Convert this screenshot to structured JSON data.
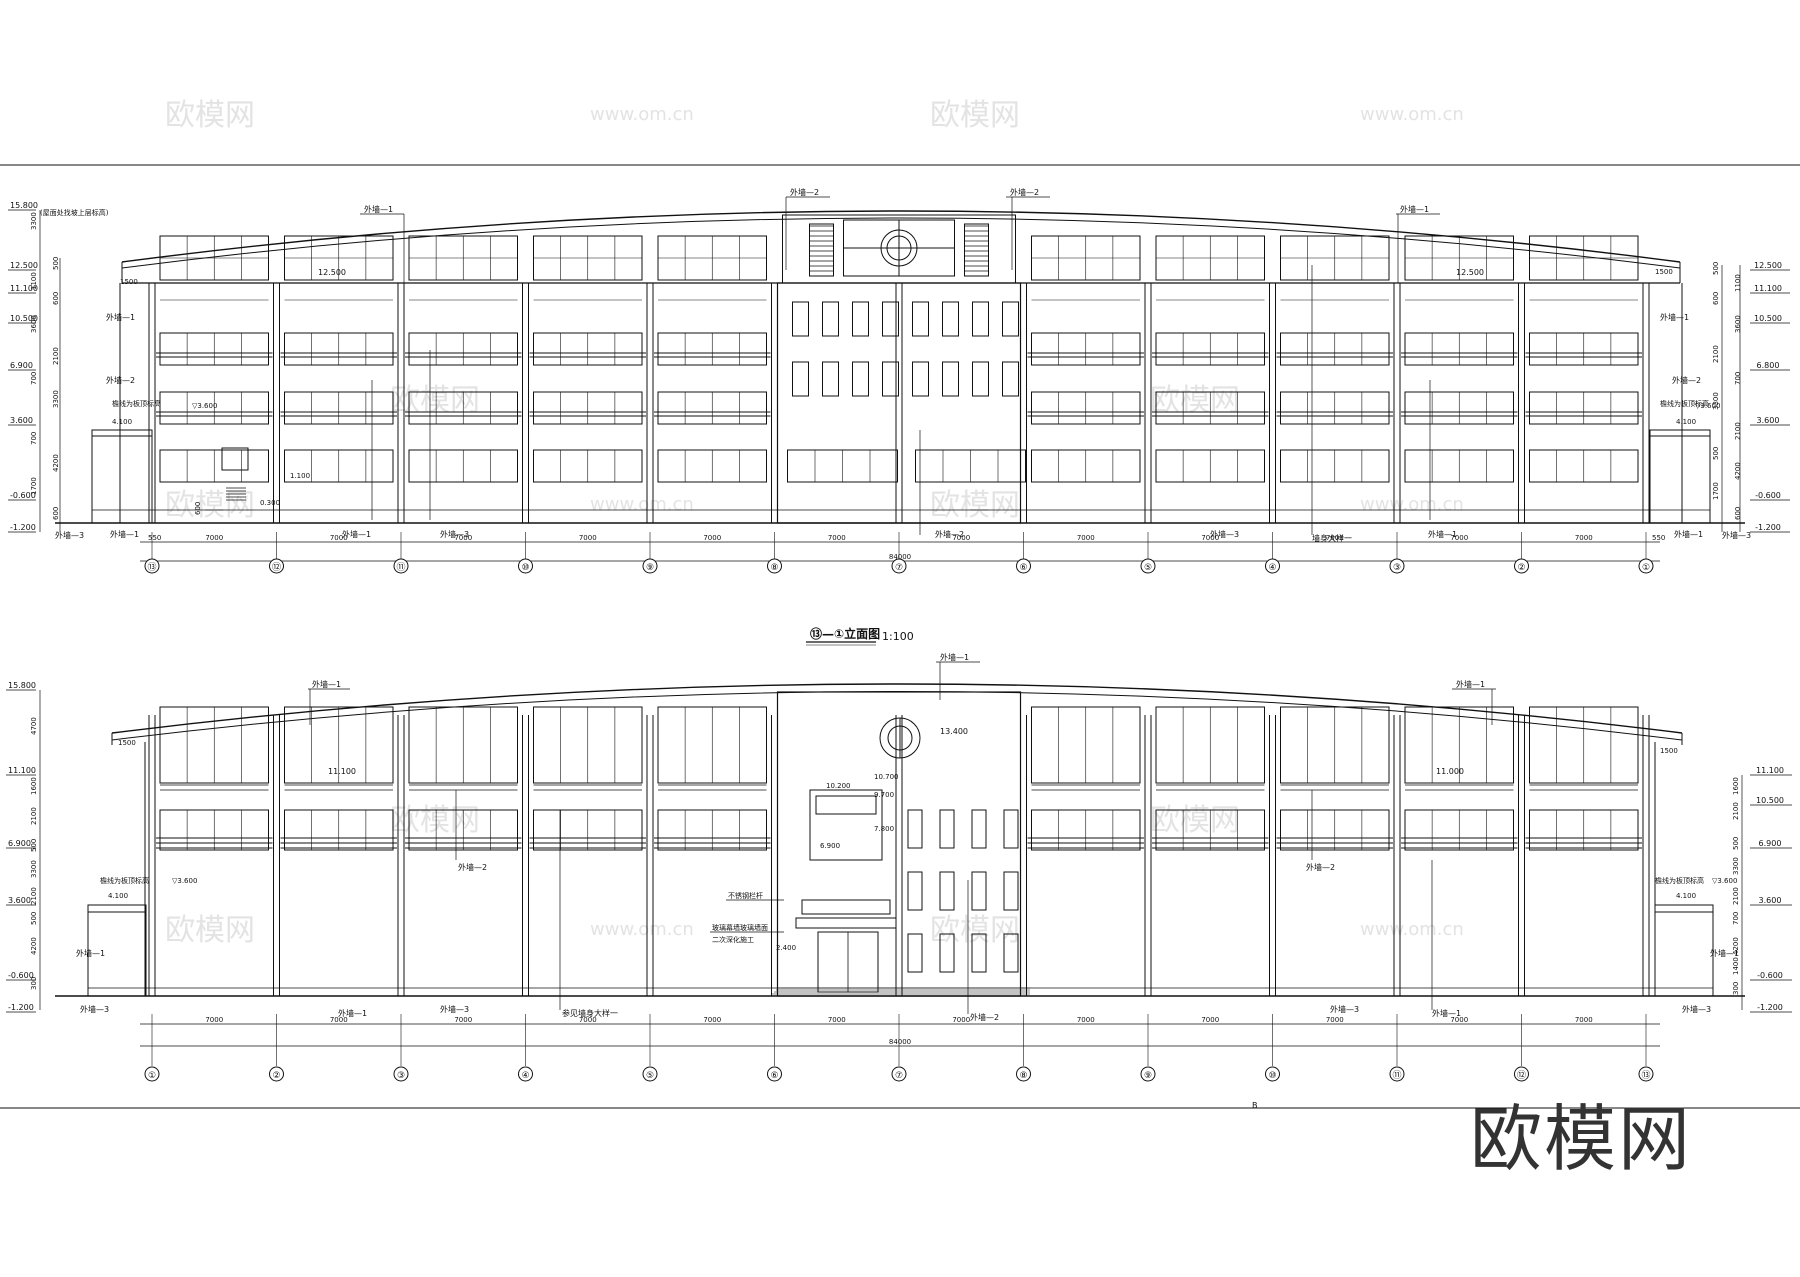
{
  "watermark": {
    "logo": "欧模网",
    "url": "www.om.cn"
  },
  "brand": "欧模网",
  "colors": {
    "line": "#111111",
    "watermark": "#e3e3e3",
    "background": "#ffffff"
  },
  "span_total": "84000",
  "bay_spacing": "7000",
  "end_offset": "550",
  "elevation_top": {
    "title": "⑬—①立面图",
    "scale": "1:100",
    "axes": [
      "⑬",
      "⑫",
      "⑪",
      "⑩",
      "⑨",
      "⑧",
      "⑦",
      "⑥",
      "⑤",
      "④",
      "③",
      "②",
      "①"
    ],
    "levels_left": [
      "15.800",
      "12.500",
      "11.100",
      "10.500",
      "6.900",
      "3.600",
      "-0.600",
      "-1.200"
    ],
    "levels_right": [
      "12.500",
      "11.100",
      "10.500",
      "6.800",
      "3.600",
      "-0.600",
      "-1.200"
    ],
    "dims_left": [
      "3300",
      "500",
      "1100",
      "600",
      "3600",
      "2100",
      "700",
      "3300",
      "700",
      "4200",
      "1700",
      "600"
    ],
    "dims_right": [
      "500",
      "1100",
      "600",
      "3600",
      "2100",
      "700",
      "3300",
      "2100",
      "500",
      "4200",
      "1700",
      "600"
    ],
    "labels": {
      "roof_note": "(屋面处找坡上层标高)",
      "finish1": "外墙—1",
      "finish2": "外墙—2",
      "finish3": "外墙—3",
      "cornice": "檐线为板顶标高",
      "stone": "墙身大样一",
      "lvl_12500": "12.500",
      "lvl_4100": "4.100",
      "lvl_3600": "▽3.600",
      "lvl_1100": "1.100",
      "lvl_0300": "0.300",
      "dim_1500": "1500",
      "dim_600": "600"
    }
  },
  "elevation_bottom": {
    "axes": [
      "①",
      "②",
      "③",
      "④",
      "⑤",
      "⑥",
      "⑦",
      "⑧",
      "⑨",
      "⑩",
      "⑪",
      "⑫",
      "⑬"
    ],
    "levels_left": [
      "15.800",
      "11.100",
      "6.900",
      "3.600",
      "-0.600",
      "-1.200"
    ],
    "levels_right": [
      "11.100",
      "10.500",
      "6.900",
      "3.600",
      "-0.600",
      "-1.200"
    ],
    "dims_left": [
      "4700",
      "1600",
      "2100",
      "500",
      "3300",
      "2100",
      "500",
      "4200",
      "300"
    ],
    "dims_right": [
      "1600",
      "2100",
      "500",
      "3300",
      "2100",
      "700",
      "4200",
      "1400",
      "300"
    ],
    "labels": {
      "finish1": "外墙—1",
      "finish2": "外墙—2",
      "finish3": "外墙—3",
      "cornice": "檐线为板顶标高",
      "stone": "参见墙身大样一",
      "railing": "不锈钢栏杆",
      "glass1": "玻璃幕墙玻璃墙面",
      "glass2": "二次深化施工",
      "lvl_13400": "13.400",
      "lvl_11100": "11.100",
      "lvl_11000": "11.000",
      "lvl_10700": "10.700",
      "lvl_10200": "10.200",
      "lvl_9700": "9.700",
      "lvl_7800": "7.800",
      "lvl_6900": "6.900",
      "lvl_4100": "4.100",
      "lvl_3600": "▽3.600",
      "lvl_2400": "2.400",
      "dim_1500": "1500",
      "dim_500": "500"
    }
  },
  "page_mark": "B"
}
